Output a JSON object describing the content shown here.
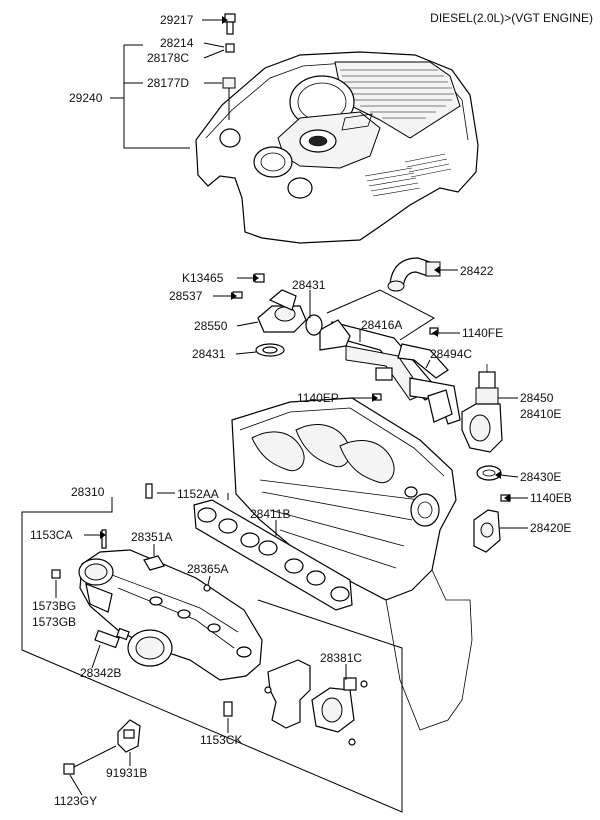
{
  "header": {
    "title": "DIESEL(2.0L)>(VGT ENGINE)"
  },
  "labels": {
    "p29217": "29217",
    "p28214": "28214",
    "p28178C": "28178C",
    "p28177D": "28177D",
    "p29240": "29240",
    "pK13465": "K13465",
    "p28537": "28537",
    "p28431a": "28431",
    "p28422": "28422",
    "p28550": "28550",
    "p28416A": "28416A",
    "p1140FE": "1140FE",
    "p28431b": "28431",
    "p28494C": "28494C",
    "p1140EP": "1140EP",
    "p28450": "28450",
    "p28410E": "28410E",
    "p28430E": "28430E",
    "p28310": "28310",
    "p1152AA": "1152AA",
    "p1140EB": "1140EB",
    "p28411B": "28411B",
    "p28420E": "28420E",
    "p1153CA": "1153CA",
    "p28351A": "28351A",
    "p28365A": "28365A",
    "p1573BG": "1573BG",
    "p1573GB": "1573GB",
    "p28342B": "28342B",
    "p28381C": "28381C",
    "p1153CK": "1153CK",
    "p91931B": "91931B",
    "p1123GY": "1123GY"
  }
}
